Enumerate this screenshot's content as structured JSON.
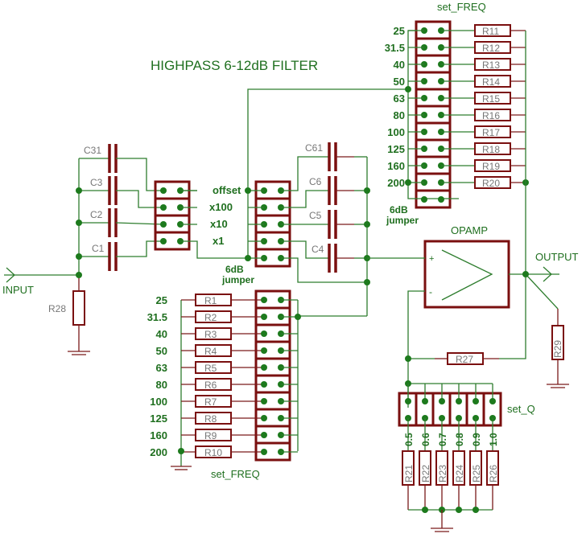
{
  "title": "HIGHPASS 6-12dB FILTER",
  "labels": {
    "input": "INPUT",
    "output": "OUTPUT",
    "opamp": "OPAMP",
    "plus": "+",
    "minus": "-",
    "set_freq_top": "set_FREQ",
    "set_freq_bottom": "set_FREQ",
    "set_q": "set_Q",
    "jumper_6db_1": "6dB",
    "jumper_6db_2": "jumper",
    "jumper_6db_top_1": "6dB",
    "jumper_6db_top_2": "jumper"
  },
  "range_labels": [
    "offset",
    "x100",
    "x10",
    "x1"
  ],
  "left_caps": [
    "C31",
    "C3",
    "C2",
    "C1"
  ],
  "right_caps": [
    "C61",
    "C6",
    "C5",
    "C4"
  ],
  "freq_values": [
    "25",
    "31.5",
    "40",
    "50",
    "63",
    "80",
    "100",
    "125",
    "160",
    "200"
  ],
  "top_resistors": [
    "R11",
    "R12",
    "R13",
    "R14",
    "R15",
    "R16",
    "R17",
    "R18",
    "R19",
    "R20"
  ],
  "bottom_resistors": [
    "R1",
    "R2",
    "R3",
    "R4",
    "R5",
    "R6",
    "R7",
    "R8",
    "R9",
    "R10"
  ],
  "q_values": [
    "0.5",
    "0.6",
    "0.7",
    "0.8",
    "0.9",
    "1.0"
  ],
  "q_resistors": [
    "R21",
    "R22",
    "R23",
    "R24",
    "R25",
    "R26"
  ],
  "other_resistors": {
    "input": "R28",
    "feedback": "R27",
    "output": "R29"
  }
}
